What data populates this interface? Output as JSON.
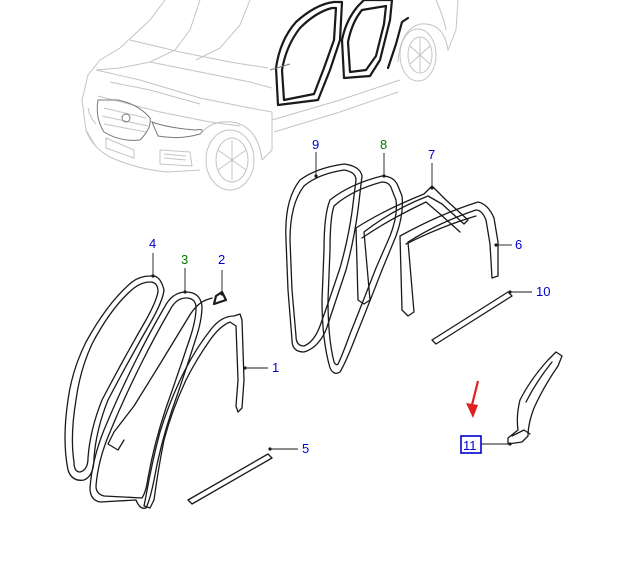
{
  "callouts": [
    {
      "id": "1",
      "label": "1",
      "color": "#0000cc",
      "highlighted": false
    },
    {
      "id": "2",
      "label": "2",
      "color": "#0000cc",
      "highlighted": false
    },
    {
      "id": "3",
      "label": "3",
      "color": "#007a00",
      "highlighted": false
    },
    {
      "id": "4",
      "label": "4",
      "color": "#0000cc",
      "highlighted": false
    },
    {
      "id": "5",
      "label": "5",
      "color": "#0000cc",
      "highlighted": false
    },
    {
      "id": "6",
      "label": "6",
      "color": "#0000cc",
      "highlighted": false
    },
    {
      "id": "7",
      "label": "7",
      "color": "#0000cc",
      "highlighted": false
    },
    {
      "id": "8",
      "label": "8",
      "color": "#007a00",
      "highlighted": false
    },
    {
      "id": "9",
      "label": "9",
      "color": "#0000cc",
      "highlighted": false
    },
    {
      "id": "10",
      "label": "10",
      "color": "#0000cc",
      "highlighted": false
    },
    {
      "id": "11",
      "label": "11",
      "color": "#0000cc",
      "highlighted": true
    }
  ],
  "colors": {
    "callout_blue": "#0000cc",
    "callout_green": "#007a00",
    "indicator_arrow": "#e02020",
    "highlight_box": "#0000cc",
    "vehicle_outline": "#c4c4c4",
    "part_lines": "#1a1a1a"
  },
  "icons": {
    "indicator": "red-arrow-icon",
    "vehicle": "suv-outline-illustration"
  }
}
